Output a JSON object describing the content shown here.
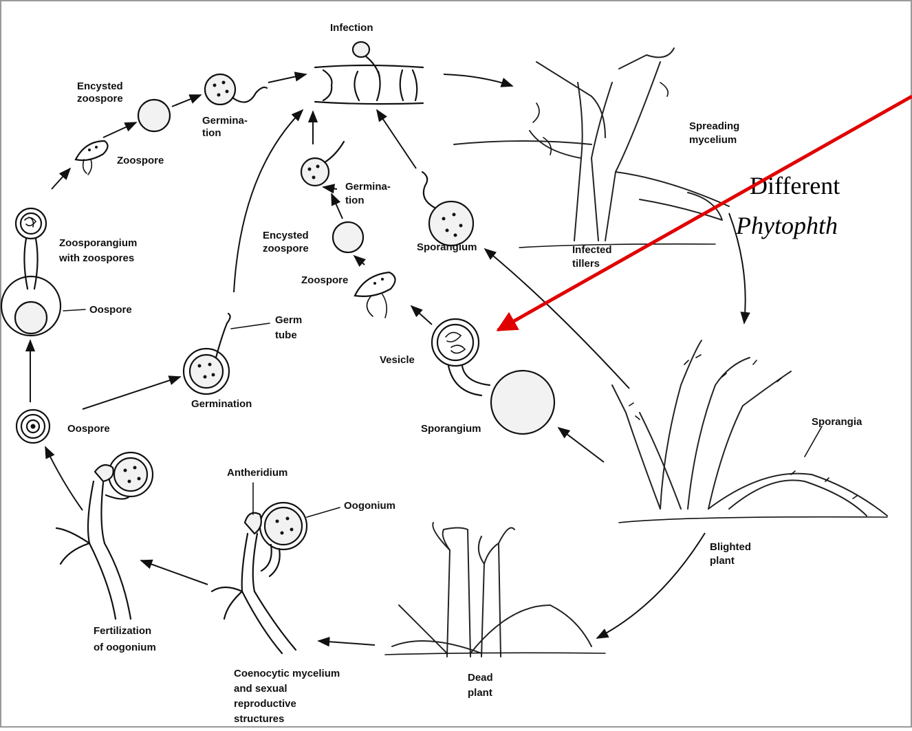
{
  "callout": {
    "line1": "Different",
    "line2": "Phytophth",
    "arrow_color": "#e00000"
  },
  "labels": {
    "infection": "Infection",
    "encysted_zoospore_top": [
      "Encysted",
      "zoospore"
    ],
    "germination_top": [
      "Germina-",
      "tion"
    ],
    "zoospore_left": "Zoospore",
    "zoosporangium": [
      "Zoosporangium",
      "with zoospores"
    ],
    "oospore_upper": "Oospore",
    "germ_tube": [
      "Germ",
      "tube"
    ],
    "germination_mid": "Germination",
    "oospore_lower": "Oospore",
    "germination_inner": [
      "Germina-",
      "tion"
    ],
    "encysted_zoospore_inner": [
      "Encysted",
      "zoospore"
    ],
    "zoospore_inner": "Zoospore",
    "sporangium_upper": "Sporangium",
    "vesicle": "Vesicle",
    "sporangium_lower": "Sporangium",
    "spreading_mycelium": [
      "Spreading",
      "mycelium"
    ],
    "infected_tillers": [
      "Infected",
      "tillers"
    ],
    "sporangia": "Sporangia",
    "blighted_plant": [
      "Blighted",
      "plant"
    ],
    "antheridium": "Antheridium",
    "oogonium": "Oogonium",
    "fertilization": [
      "Fertilization",
      "of oogonium"
    ],
    "coenocytic": [
      "Coenocytic mycelium",
      "and sexual",
      "reproductive",
      "structures"
    ],
    "dead_plant": [
      "Dead",
      "plant"
    ]
  }
}
